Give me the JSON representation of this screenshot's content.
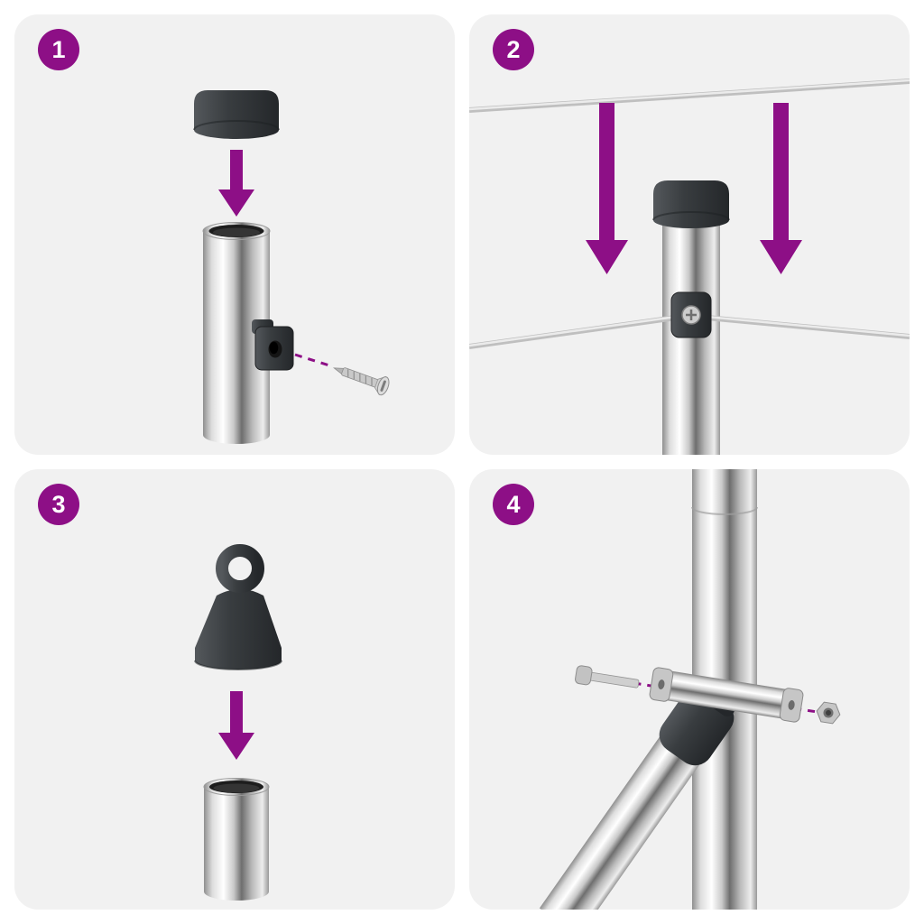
{
  "colors": {
    "page_background": "#ffffff",
    "panel_background": "#f1f1f1",
    "accent": "#8d0f86",
    "part_dark": "#34383b",
    "metal_light": "#ededed",
    "metal_dark": "#6e6e6e",
    "wire_gray": "#bfbfbf"
  },
  "steps": [
    {
      "number": "1",
      "illustration": [
        "post-cap",
        "down-arrow",
        "open-top-post",
        "screw-clamp",
        "screw",
        "dashed-guide-line"
      ]
    },
    {
      "number": "2",
      "illustration": [
        "top-tension-wire",
        "down-arrow-left",
        "down-arrow-right",
        "capped-post",
        "wire-clamp",
        "middle-tension-wire"
      ]
    },
    {
      "number": "3",
      "illustration": [
        "eyelet-cap",
        "down-arrow",
        "open-top-post"
      ]
    },
    {
      "number": "4",
      "illustration": [
        "vertical-post",
        "diagonal-brace",
        "brace-end-boot",
        "post-clamp",
        "bolt",
        "nut",
        "dashed-guide-line"
      ]
    }
  ]
}
